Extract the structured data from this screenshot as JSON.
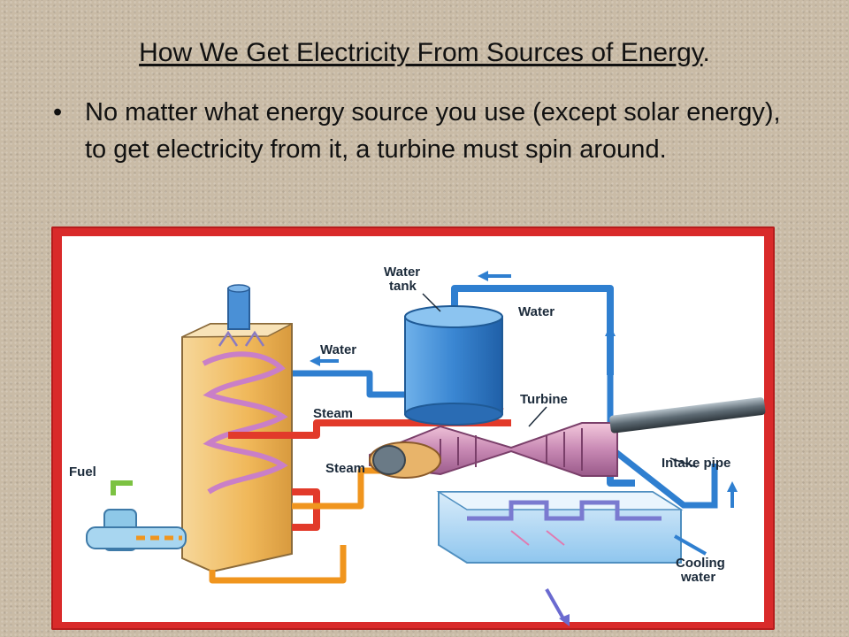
{
  "slide": {
    "title_main": "How We Get Electricity From Sources of Energy",
    "title_period": ".",
    "bullet_symbol": "•",
    "bullet_text": "No matter what energy source you use (except solar energy), to get electricity from it, a turbine must spin around."
  },
  "diagram": {
    "labels": {
      "water_tank_1": "Water",
      "water_tank_2": "tank",
      "water_top": "Water",
      "water_left": "Water",
      "steam_1": "Steam",
      "steam_2": "Steam",
      "turbine": "Turbine",
      "fuel": "Fuel",
      "intake_pipe": "Intake pipe",
      "cooling_1": "Cooling",
      "cooling_2": "water"
    },
    "colors": {
      "frame": "#d92a2a",
      "pipe_water": "#2f7fd0",
      "pipe_steam": "#e23a2a",
      "pipe_orange": "#f0951e",
      "boiler": "#f2c06a",
      "tank": "#3d8ed8"
    }
  }
}
